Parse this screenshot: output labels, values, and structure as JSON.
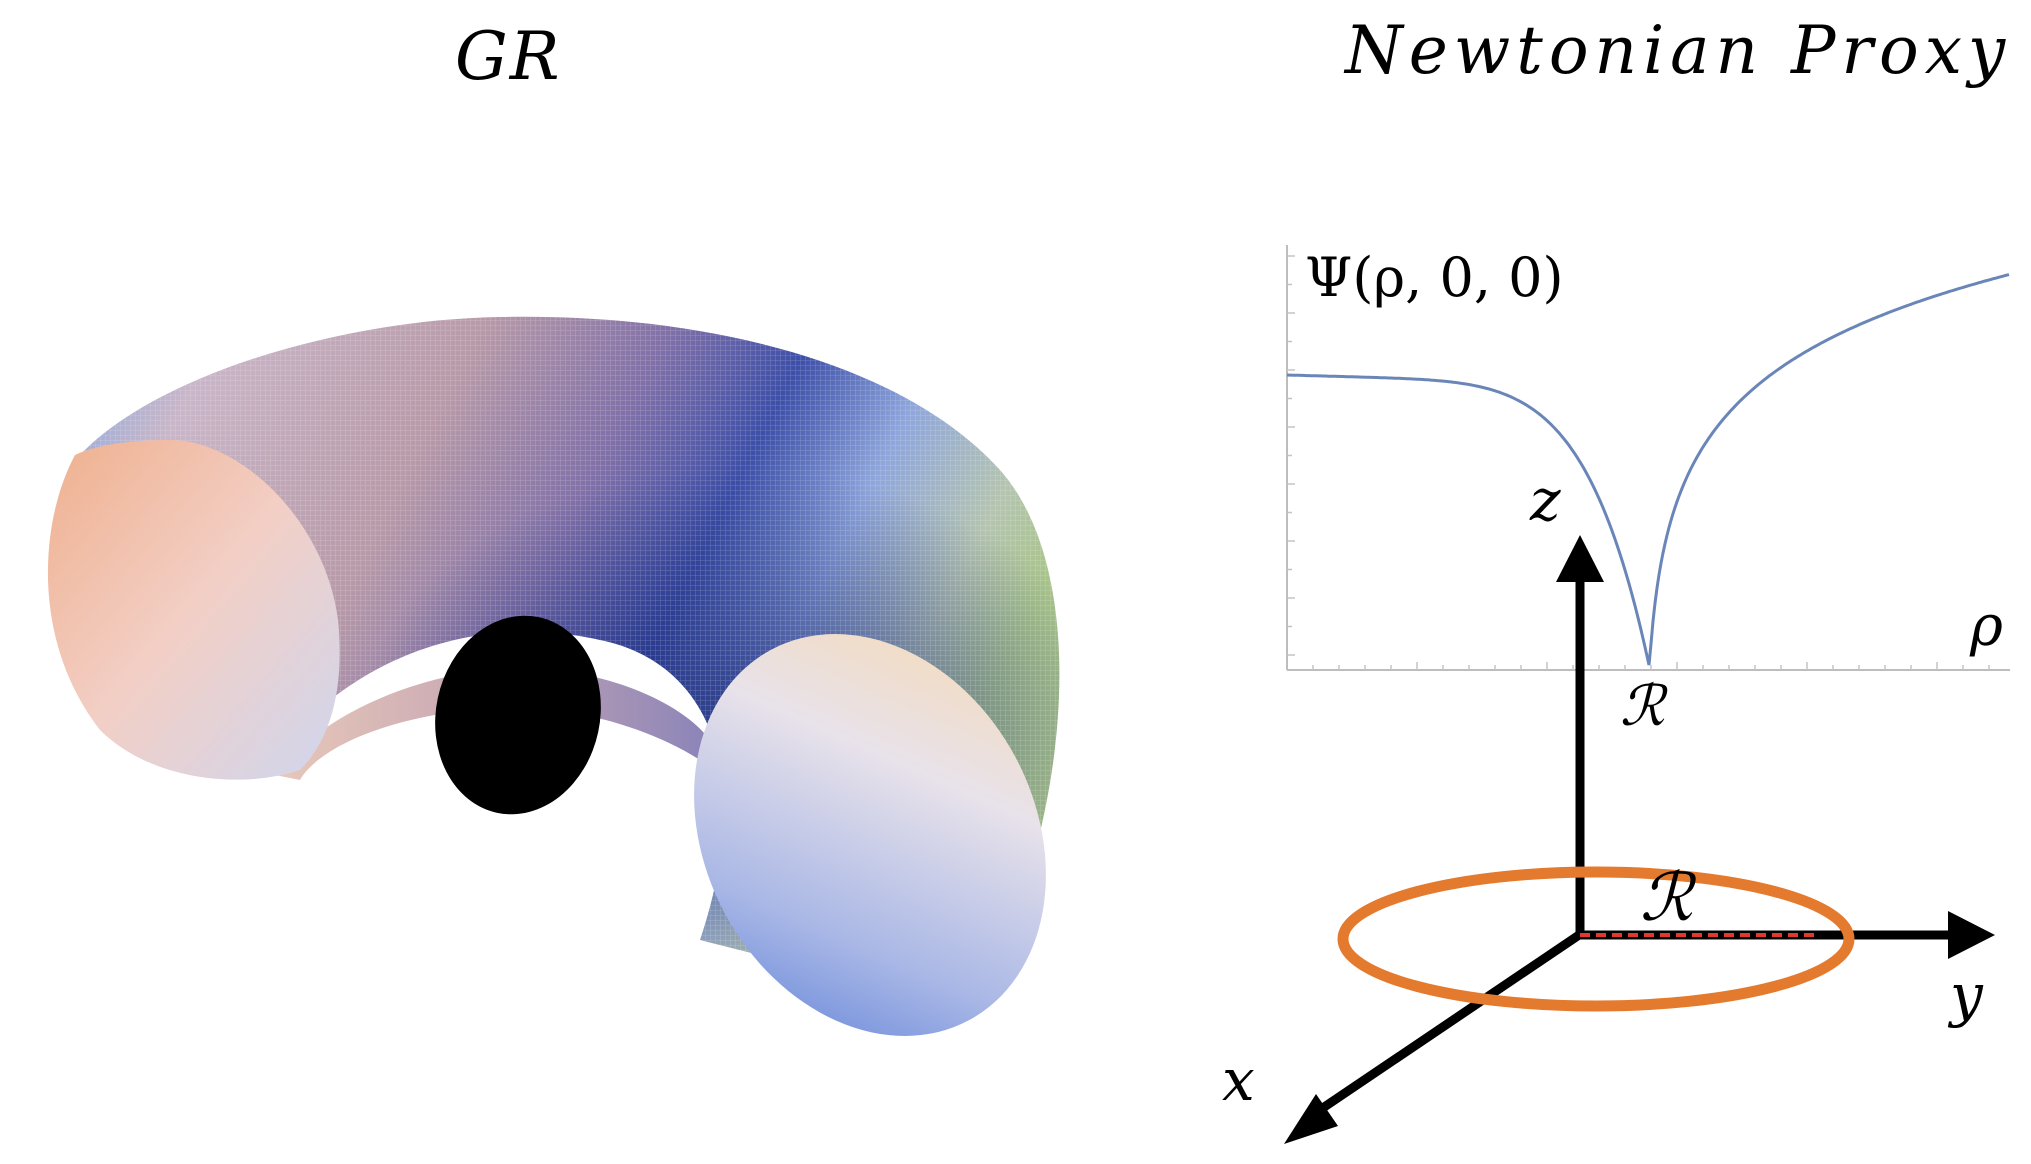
{
  "left_panel": {
    "title": "GR"
  },
  "right_panel": {
    "title": "Newtonian Proxy",
    "plot": {
      "y_axis_label": "Ψ(ρ, 0, 0)",
      "x_axis_label": "ρ",
      "marker_label": "ℛ",
      "curve_color": "#6a86b8"
    },
    "axes3d": {
      "z_label": "z",
      "y_label": "y",
      "x_label": "x",
      "ring_label": "ℛ",
      "ring_color": "#e47a2e",
      "radius_color": "#e03a30"
    }
  }
}
